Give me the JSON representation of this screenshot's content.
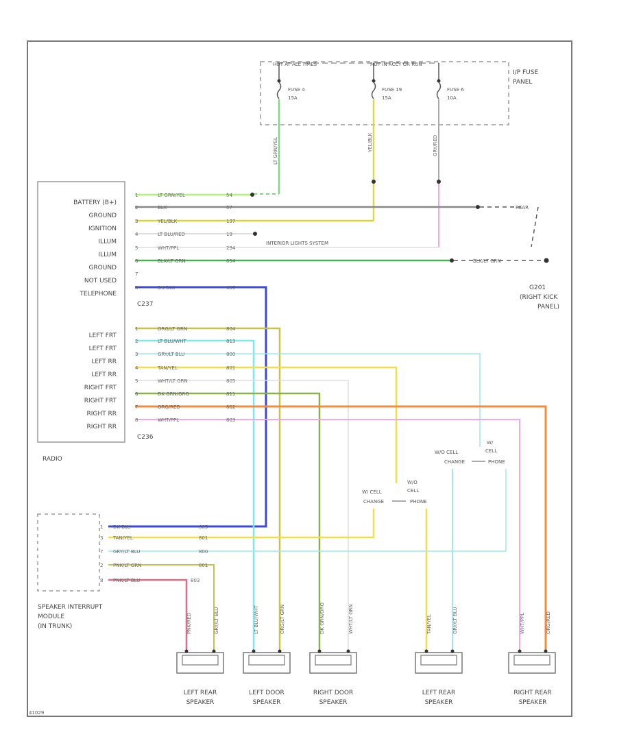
{
  "fuse_panel": {
    "hot_all_times": "HOT AT ALL TIMES",
    "hot_in_acc_run": "HOT IN ACCY OR RUN",
    "name_line1": "I/P FUSE",
    "name_line2": "PANEL",
    "fuses": [
      {
        "name": "FUSE 4",
        "rating": "15A"
      },
      {
        "name": "FUSE 19",
        "rating": "15A"
      },
      {
        "name": "FUSE 6",
        "rating": "10A"
      }
    ],
    "drop_wires": [
      {
        "label": "LT GRN/YEL",
        "color": "#7fd87f"
      },
      {
        "label": "YEL/BLK",
        "color": "#d9d94a"
      },
      {
        "label": "GRY/RED",
        "color": "#aaaaaa"
      }
    ]
  },
  "radio": {
    "name": "RADIO",
    "connector_top": "C237",
    "connector_bottom": "C236",
    "pin_labels_top": [
      "BATTERY (B+)",
      "GROUND",
      "IGNITION",
      "ILLUM",
      "ILLUM",
      "GROUND",
      "NOT USED",
      "TELEPHONE"
    ],
    "pin_labels_bottom": [
      "LEFT FRT",
      "LEFT FRT",
      "LEFT RR",
      "LEFT RR",
      "RIGHT FRT",
      "RIGHT FRT",
      "RIGHT RR",
      "RIGHT RR"
    ],
    "wires_top": [
      {
        "pin": "1",
        "name": "LT GRN/YEL",
        "circuit": "54",
        "color": "#b3f07a"
      },
      {
        "pin": "2",
        "name": "BLK",
        "circuit": "57",
        "color": "#888888"
      },
      {
        "pin": "3",
        "name": "YEL/BLK",
        "circuit": "137",
        "color": "#d6d63a"
      },
      {
        "pin": "4",
        "name": "LT BLU/RED",
        "circuit": "19",
        "color": "#dddddd"
      },
      {
        "pin": "5",
        "name": "WHT/PPL",
        "circuit": "294",
        "color": "#e6e6e6"
      },
      {
        "pin": "6",
        "name": "BLK/LT GRN",
        "circuit": "694",
        "color": "#4caf50"
      },
      {
        "pin": "7",
        "name": "",
        "circuit": "",
        "color": "#ffffff"
      },
      {
        "pin": "8",
        "name": "DK BLU",
        "circuit": "685",
        "color": "#3b49d1"
      }
    ],
    "wires_bottom": [
      {
        "pin": "1",
        "name": "ORG/LT GRN",
        "circuit": "804",
        "color": "#c8c24a"
      },
      {
        "pin": "2",
        "name": "LT BLU/WHT",
        "circuit": "813",
        "color": "#7fe8e8"
      },
      {
        "pin": "3",
        "name": "GRY/LT BLU",
        "circuit": "800",
        "color": "#9ee7ef"
      },
      {
        "pin": "4",
        "name": "TAN/YEL",
        "circuit": "801",
        "color": "#f2dd4a"
      },
      {
        "pin": "5",
        "name": "WHT/LT GRN",
        "circuit": "805",
        "color": "#b8ecb8"
      },
      {
        "pin": "6",
        "name": "DK GRN/ORG",
        "circuit": "811",
        "color": "#8ab04a"
      },
      {
        "pin": "7",
        "name": "ORG/RED",
        "circuit": "802",
        "color": "#f28c3c"
      },
      {
        "pin": "8",
        "name": "WHT/PPL",
        "circuit": "803",
        "color": "#f0a8e8"
      }
    ]
  },
  "interior_lights": "INTERIOR LIGHTS SYSTEM",
  "ground_label_1": "REAR",
  "ground_label_2": "BLK/LT GRN",
  "ground_point": {
    "line1": "G201",
    "line2": "(RIGHT KICK",
    "line3": "PANEL)"
  },
  "interrupt_module": {
    "line1": "SPEAKER INTERRUPT",
    "line2": "MODULE",
    "line3": "(IN TRUNK)",
    "wires": [
      {
        "pin": "1",
        "name": "DK BLU",
        "circuit": "685"
      },
      {
        "pin": "3",
        "name": "TAN/YEL",
        "circuit": "801"
      },
      {
        "pin": "7",
        "name": "GRY/LT BLU",
        "circuit": "800"
      },
      {
        "pin": "2",
        "name": "PNK/LT GRN",
        "circuit": "801"
      },
      {
        "pin": "8",
        "name": "PNK/LT BLU",
        "circuit": "803"
      }
    ]
  },
  "cell_switch_left": {
    "n_cell": "W/ CELL",
    "no_cell": "W/O",
    "cell": "CELL",
    "change": "CHANGE",
    "phone": "PHONE"
  },
  "cell_switch_right": {
    "n_cell": "W/O CELL",
    "no_cell": "W/",
    "cell": "CELL",
    "change": "CHANGE",
    "phone": "PHONE"
  },
  "speaker_wires": [
    {
      "name": "PNK/RED"
    },
    {
      "name": "GRY/LT BLU"
    },
    {
      "name": "LT BLU/WHT"
    },
    {
      "name": "ORG/LT GRN"
    },
    {
      "name": "DK GRN/ORG"
    },
    {
      "name": "WHT/LT GRN"
    },
    {
      "name": "TAN/YEL"
    },
    {
      "name": "GRY/LT BLU"
    },
    {
      "name": "WHT/PPL"
    },
    {
      "name": "ORG/RED"
    }
  ],
  "speakers": [
    {
      "line1": "LEFT REAR",
      "line2": "SPEAKER"
    },
    {
      "line1": "LEFT DOOR",
      "line2": "SPEAKER"
    },
    {
      "line1": "RIGHT DOOR",
      "line2": "SPEAKER"
    },
    {
      "line1": "LEFT REAR",
      "line2": "SPEAKER"
    },
    {
      "line1": "RIGHT REAR",
      "line2": "SPEAKER"
    }
  ],
  "figure_code": "41029"
}
